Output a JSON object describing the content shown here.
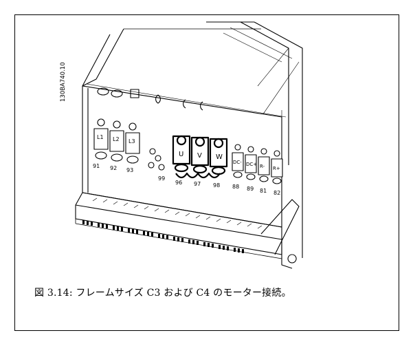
{
  "figure": {
    "code": "130BA740.10",
    "caption": "図 3.14: フレームサイズ C3 および C4 のモーター接続。",
    "terminals": {
      "mains": [
        "L1",
        "L2",
        "L3"
      ],
      "mains_numbers": [
        "91",
        "92",
        "93"
      ],
      "motor": [
        "U",
        "V",
        "W"
      ],
      "motor_numbers": [
        "96",
        "97",
        "98"
      ],
      "earth_number": "99",
      "dc_brake": [
        "DC-",
        "DC+",
        "R-",
        "R+"
      ],
      "dc_brake_numbers": [
        "88",
        "89",
        "81",
        "82"
      ]
    }
  }
}
